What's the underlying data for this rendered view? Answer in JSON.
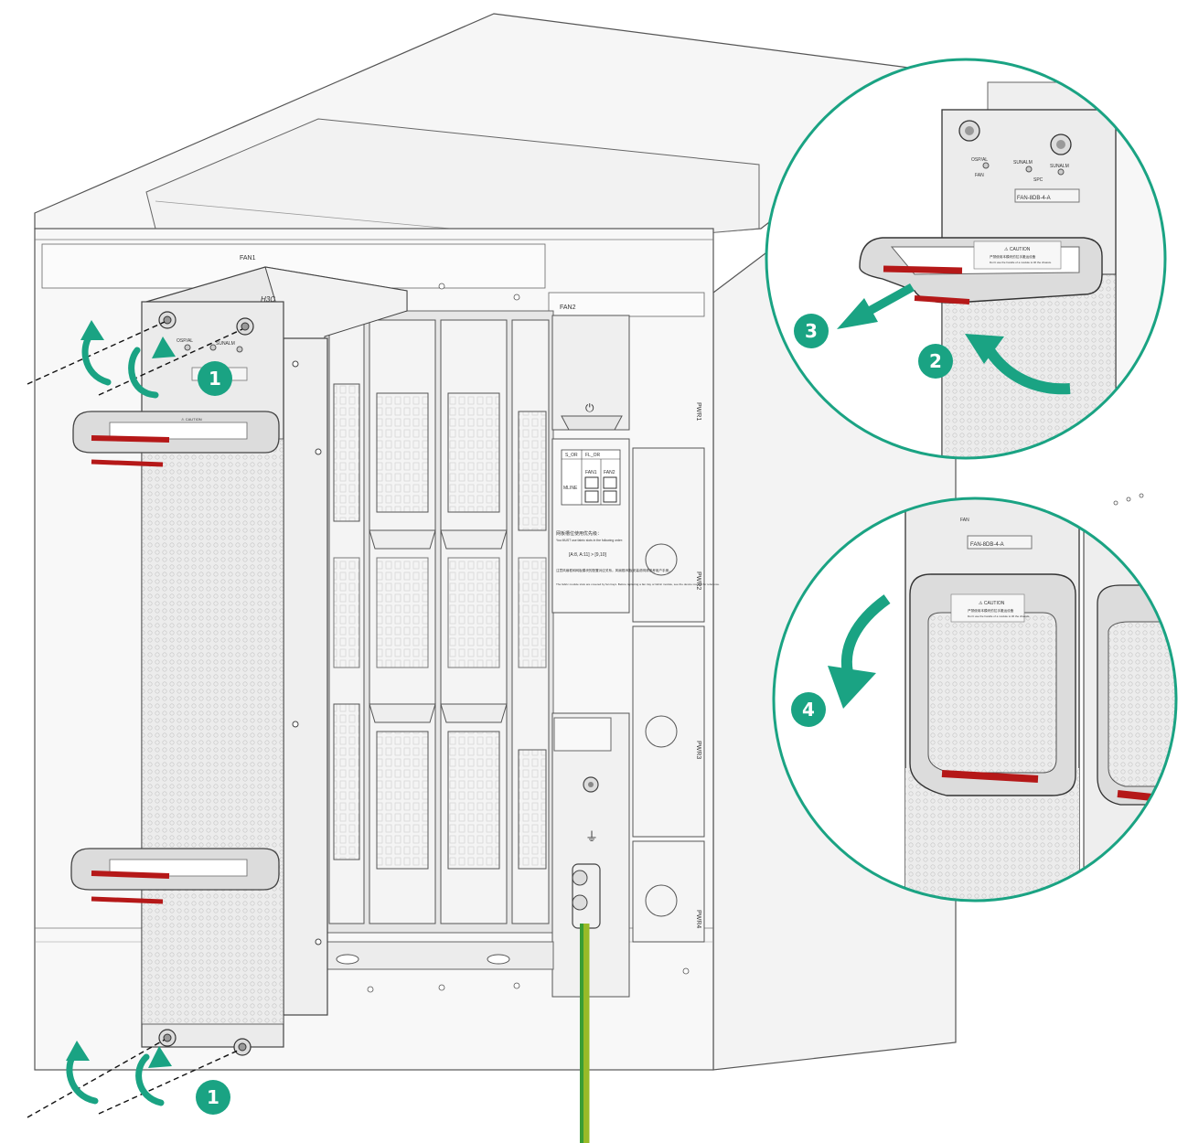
{
  "colors": {
    "accent": "#1aa383",
    "red_strip": "#b51818",
    "ground_wire_green": "#3a9d35",
    "ground_wire_yellow": "#e6d21e",
    "panel": "#e8e8e8",
    "line": "#444444"
  },
  "chassis": {
    "slot_labels": [
      "FAN1",
      "FAN2",
      "PWR1",
      "PWR2",
      "PWR3",
      "PWR4"
    ],
    "power_icon": "⏻",
    "ground_icon": "⏚"
  },
  "fan_module": {
    "model": "FAN-8DB-4-A",
    "brand": "H3C",
    "led_labels": [
      "OSP/AL",
      "FAN",
      "SUNALM",
      "SUNALM",
      "SPC"
    ],
    "caution_title": "⚠ CAUTION",
    "caution_cn": "严禁使用本模块的拉手搬运设备",
    "caution_en": "Don't use the handle of a module to lift the chassis."
  },
  "slot_notice": {
    "headers": [
      "S_OR",
      "FL_OR",
      "FAN1",
      "FAN2"
    ],
    "side": "MLINE",
    "text_cn_1": "网板槽位使用优先级：",
    "text_en_1": "You MUST use fabric slots in the following order:",
    "order": "[A:8, A:11] > [9,10]",
    "text_cn_2": "注意风扇框和网板模块的配置对应关系。风扇框/网板安装说明请参考用户手册。",
    "text_en_2": "The fabric module slots are covered by fan trays. Before replacing a fan tray or fabric module, see the device manual for reference."
  },
  "steps": {
    "step1_top": "1",
    "step1_bottom": "1",
    "step2": "2",
    "step3": "3",
    "step4": "4"
  }
}
